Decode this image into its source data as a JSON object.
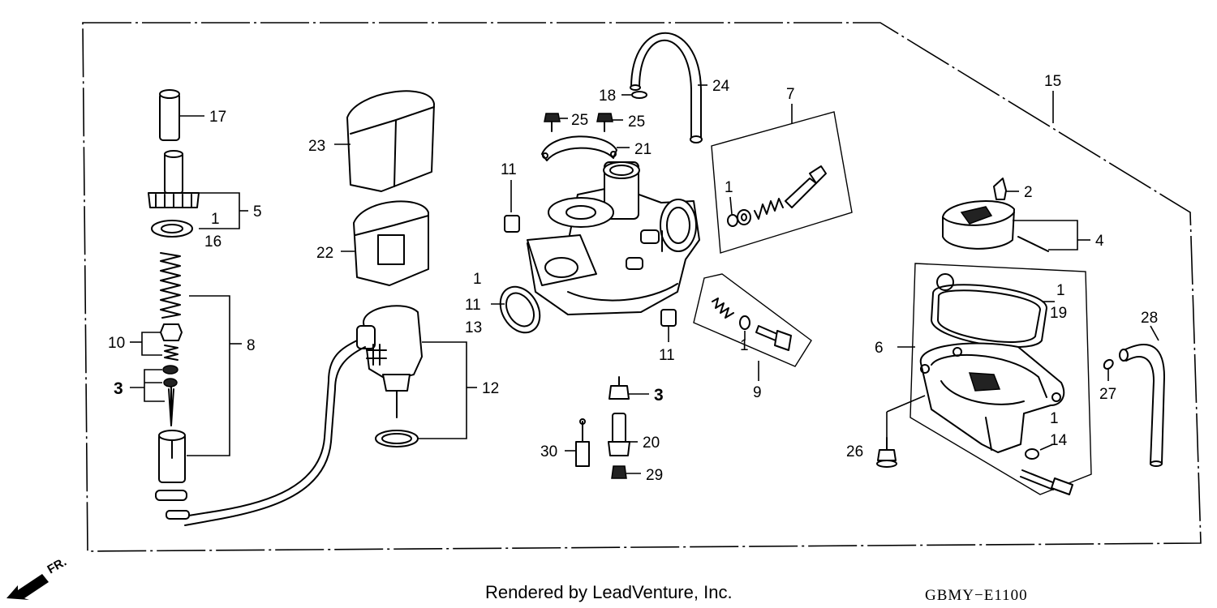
{
  "diagram": {
    "callouts": {
      "c17": "17",
      "c5": "5",
      "c1a": "1",
      "c16": "16",
      "c8": "8",
      "c10": "10",
      "c3a": "3",
      "c23": "23",
      "c22": "22",
      "c12": "12",
      "c18": "18",
      "c24": "24",
      "c25a": "25",
      "c25b": "25",
      "c21": "21",
      "c11a": "11",
      "c1b": "1",
      "c11b": "11",
      "c13": "13",
      "c11c": "11",
      "c7": "7",
      "c1c": "1",
      "c9": "9",
      "c1d": "1",
      "c3b": "3",
      "c20": "20",
      "c30": "30",
      "c29": "29",
      "c15": "15",
      "c2": "2",
      "c4": "4",
      "c1e": "1",
      "c19": "19",
      "c6": "6",
      "c28": "28",
      "c27": "27",
      "c1f": "1",
      "c14": "14",
      "c26": "26"
    },
    "front_indicator": "FR.",
    "credit": "Rendered by LeadVenture, Inc.",
    "diagram_code": "GBMY−E1100"
  }
}
